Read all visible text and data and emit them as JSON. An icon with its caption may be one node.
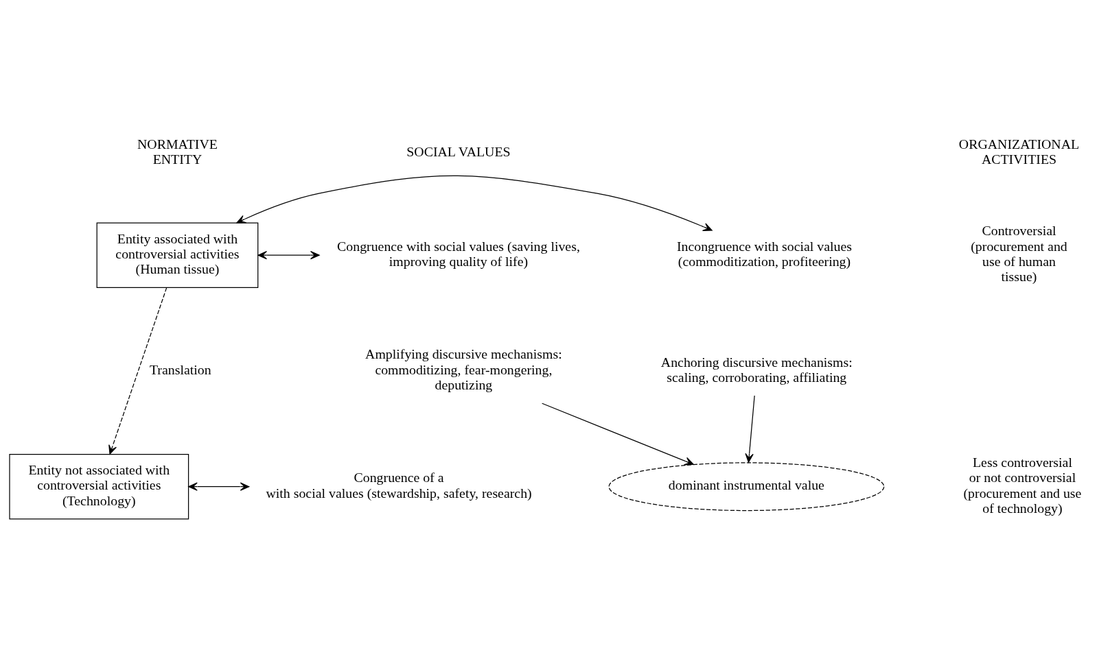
{
  "diagram": {
    "nodes": [
      {
        "text": [
          "Entity associated with controversial activities (Human tissue)"
        ]
      },
      {
        "text": [
          "Congruence with social values (saving lives, improving quality of life)"
        ]
      },
      {
        "text": [
          "Incongruence with social values (commoditization, profiteering)"
        ]
      },
      {
        "text": [
          "Entity not associated with controversial activities (Technology)"
        ]
      },
      {
        "text": [
          "Congruence of a",
          "with social values (stewardship, safety, research)"
        ]
      },
      {
        "text": [
          "dominant instrumental value"
        ]
      },
      {
        "text": [
          "Amplifying discursive mechanisms: commoditizing, fear-mongering, deputizing"
        ]
      },
      {
        "text": [
          "Anchoring discursive mechanisms: scaling, corroborating, affiliating"
        ]
      },
      {
        "text": [
          "Controversial (procurement and use of human tissue)"
        ]
      },
      {
        "text": [
          "Less controversial or not controversial (procurement and use of technology)"
        ]
      }
    ],
    "edges": [
      {
        "from": 0,
        "to": 1,
        "arrow": "both"
      },
      {
        "from": 0,
        "to": 2,
        "arrow": "both"
      },
      {
        "from": 0,
        "to": 3,
        "arrow": "to",
        "style": "dashed",
        "label": "Translation"
      },
      {
        "from": 3,
        "to": 4,
        "arrow": "both"
      },
      {
        "from": 6,
        "to": 5,
        "arrow": "to"
      },
      {
        "from": 7,
        "to": 5,
        "arrow": "to"
      }
    ],
    "labels": [
      "NORMATIVE ENTITY",
      "SOCIAL VALUES",
      "ORGANIZATIONAL ACTIVITIES"
    ]
  }
}
